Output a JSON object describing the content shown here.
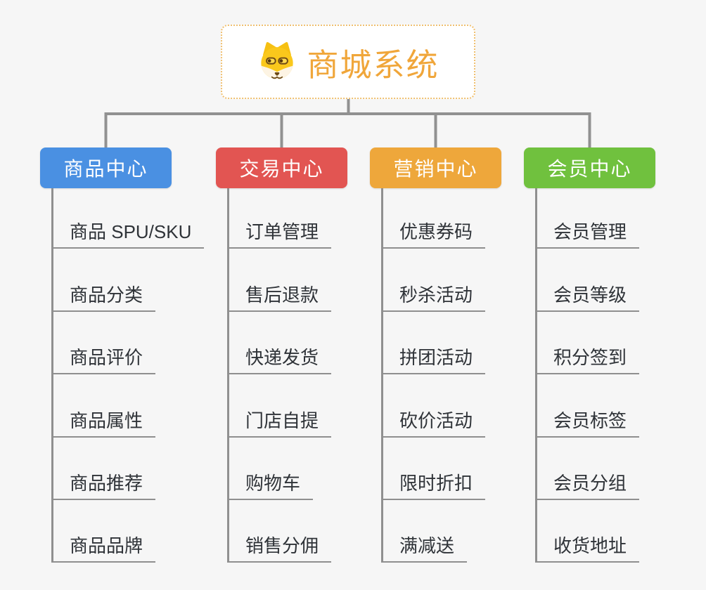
{
  "root": {
    "title": "商城系统",
    "icon": "dog-icon"
  },
  "branches": [
    {
      "key": "product-center",
      "label": "商品中心",
      "color": "#4a90e2",
      "items": [
        "商品 SPU/SKU",
        "商品分类",
        "商品评价",
        "商品属性",
        "商品推荐",
        "商品品牌"
      ]
    },
    {
      "key": "trade-center",
      "label": "交易中心",
      "color": "#e25552",
      "items": [
        "订单管理",
        "售后退款",
        "快递发货",
        "门店自提",
        "购物车",
        "销售分佣"
      ]
    },
    {
      "key": "marketing-center",
      "label": "营销中心",
      "color": "#eea73b",
      "items": [
        "优惠券码",
        "秒杀活动",
        "拼团活动",
        "砍价活动",
        "限时折扣",
        "满减送"
      ]
    },
    {
      "key": "member-center",
      "label": "会员中心",
      "color": "#70c13e",
      "items": [
        "会员管理",
        "会员等级",
        "积分签到",
        "会员标签",
        "会员分组",
        "收货地址"
      ]
    }
  ],
  "colors": {
    "background": "#f6f6f6",
    "connector_line": "#919191",
    "underline": "#8f8f8f",
    "subtopic_text": "#2f3338",
    "root_border": "#f0c070",
    "root_title": "#f0a63a",
    "root_background": "#ffffff",
    "branch_text": "#ffffff"
  }
}
